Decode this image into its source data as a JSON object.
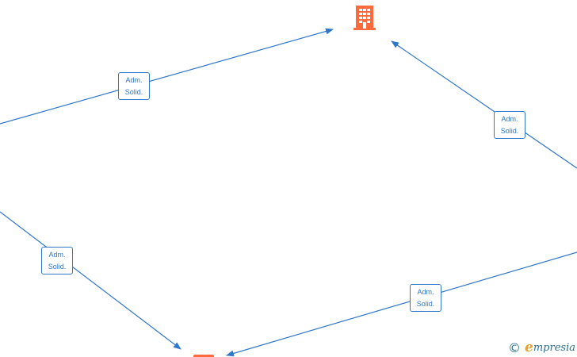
{
  "diagram": {
    "edge_label_line1": "Adm.",
    "edge_label_line2": "Solid.",
    "line_color": "#2f77c9",
    "node_color": "#ff6a3d",
    "icons": {
      "company": "building-icon",
      "copyright": "copyright-icon"
    }
  },
  "watermark": {
    "symbol": "©",
    "brand_first": "e",
    "brand_rest": "mpresia"
  }
}
